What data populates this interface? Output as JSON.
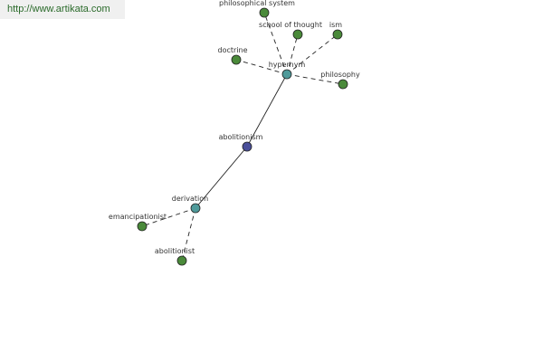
{
  "site_url": "http://www.artikata.com",
  "colors": {
    "root": "#4a4f9a",
    "hub": "#4f9a9a",
    "leaf": "#4a8a3a",
    "edge": "#222222"
  },
  "graph": {
    "root": {
      "id": "abolitionism",
      "label": "abolitionism",
      "kind": "root"
    },
    "hubs": [
      {
        "id": "hypernym",
        "label": "hypernym",
        "kind": "hub"
      },
      {
        "id": "derivation",
        "label": "derivation",
        "kind": "hub"
      }
    ],
    "leaves": [
      {
        "id": "philosophical-system",
        "label": "philosophical system",
        "kind": "leaf",
        "hub": "hypernym"
      },
      {
        "id": "school-of-thought",
        "label": "school of thought",
        "kind": "leaf",
        "hub": "hypernym"
      },
      {
        "id": "ism",
        "label": "ism",
        "kind": "leaf",
        "hub": "hypernym"
      },
      {
        "id": "doctrine",
        "label": "doctrine",
        "kind": "leaf",
        "hub": "hypernym"
      },
      {
        "id": "philosophy",
        "label": "philosophy",
        "kind": "leaf",
        "hub": "hypernym"
      },
      {
        "id": "emancipationist",
        "label": "emancipationist",
        "kind": "leaf",
        "hub": "derivation"
      },
      {
        "id": "abolitionist",
        "label": "abolitionist",
        "kind": "leaf",
        "hub": "derivation"
      }
    ]
  }
}
